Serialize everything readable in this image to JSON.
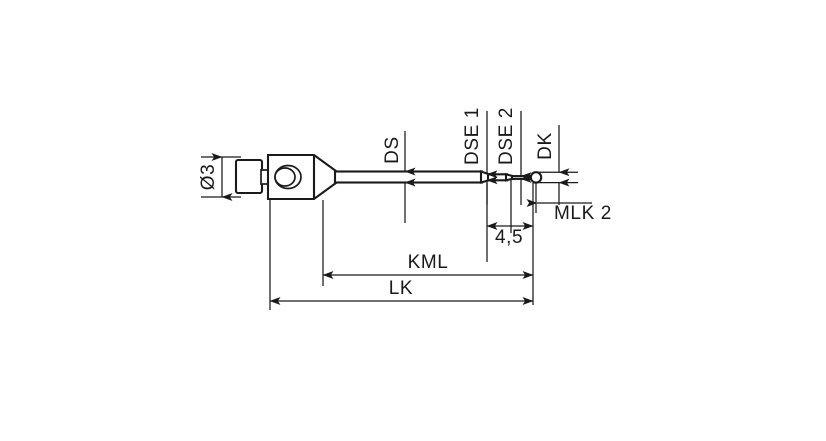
{
  "drawing": {
    "title": "Stylus technical dimension drawing",
    "background_color": "#ffffff",
    "line_color": "#1a1a1a",
    "dimensions": {
      "mount_diameter": {
        "label": "Ø3",
        "name": "mount-diameter",
        "orientation": "vertical",
        "value": "3"
      },
      "shaft_diameter": {
        "label": "DS",
        "name": "shaft-diameter",
        "orientation": "vertical"
      },
      "stepped_diameter_1": {
        "label": "DSE 1",
        "name": "stepped-diameter-1",
        "orientation": "vertical"
      },
      "stepped_diameter_2": {
        "label": "DSE 2",
        "name": "stepped-diameter-2",
        "orientation": "vertical"
      },
      "ball_diameter": {
        "label": "DK",
        "name": "ball-diameter",
        "orientation": "vertical"
      },
      "effective_length_2": {
        "label": "MLK 2",
        "name": "effective-working-length-2",
        "orientation": "horizontal"
      },
      "tip_length": {
        "label": "4,5",
        "name": "tip-length",
        "orientation": "horizontal",
        "value": "4,5"
      },
      "cone_to_ball_length": {
        "label": "KML",
        "name": "cone-measuring-length",
        "orientation": "horizontal"
      },
      "total_length": {
        "label": "LK",
        "name": "total-length",
        "orientation": "horizontal"
      }
    }
  }
}
